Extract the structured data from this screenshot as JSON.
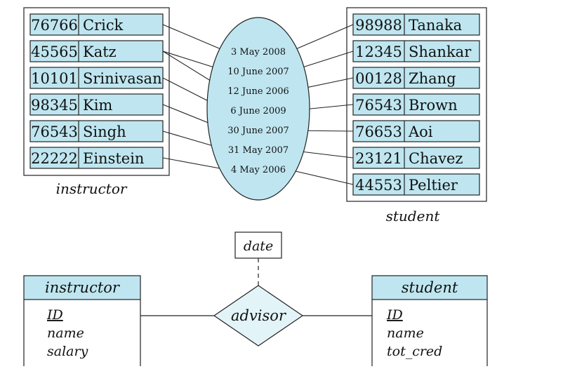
{
  "colors": {
    "fill": "#bfe6f0",
    "stroke": "#222222",
    "background": "#ffffff"
  },
  "instance": {
    "instructor_caption": "instructor",
    "student_caption": "student",
    "instructors": [
      {
        "id": "76766",
        "name": "Crick"
      },
      {
        "id": "45565",
        "name": "Katz"
      },
      {
        "id": "10101",
        "name": "Srinivasan"
      },
      {
        "id": "98345",
        "name": "Kim"
      },
      {
        "id": "76543",
        "name": "Singh"
      },
      {
        "id": "22222",
        "name": "Einstein"
      }
    ],
    "students": [
      {
        "id": "98988",
        "name": "Tanaka"
      },
      {
        "id": "12345",
        "name": "Shankar"
      },
      {
        "id": "00128",
        "name": "Zhang"
      },
      {
        "id": "76543",
        "name": "Brown"
      },
      {
        "id": "76653",
        "name": "Aoi"
      },
      {
        "id": "23121",
        "name": "Chavez"
      },
      {
        "id": "44553",
        "name": "Peltier"
      }
    ],
    "dates": [
      "3 May 2008",
      "10 June 2007",
      "12 June 2006",
      "6 June 2009",
      "30 June 2007",
      "31 May 2007",
      "4 May 2006"
    ],
    "links": [
      {
        "instructor": 0,
        "date": 0,
        "student": 0
      },
      {
        "instructor": 1,
        "date": 1,
        "student": 1
      },
      {
        "instructor": 1,
        "date": 2,
        "student": 2
      },
      {
        "instructor": 2,
        "date": 3,
        "student": 3
      },
      {
        "instructor": 3,
        "date": 4,
        "student": 4
      },
      {
        "instructor": 4,
        "date": 5,
        "student": 5
      },
      {
        "instructor": 5,
        "date": 6,
        "student": 6
      }
    ]
  },
  "er": {
    "relationship": "advisor",
    "relationship_attribute": "date",
    "instructor": {
      "title": "instructor",
      "key": "ID",
      "attributes": [
        "name",
        "salary"
      ]
    },
    "student": {
      "title": "student",
      "key": "ID",
      "attributes": [
        "name",
        "tot_cred"
      ]
    }
  }
}
